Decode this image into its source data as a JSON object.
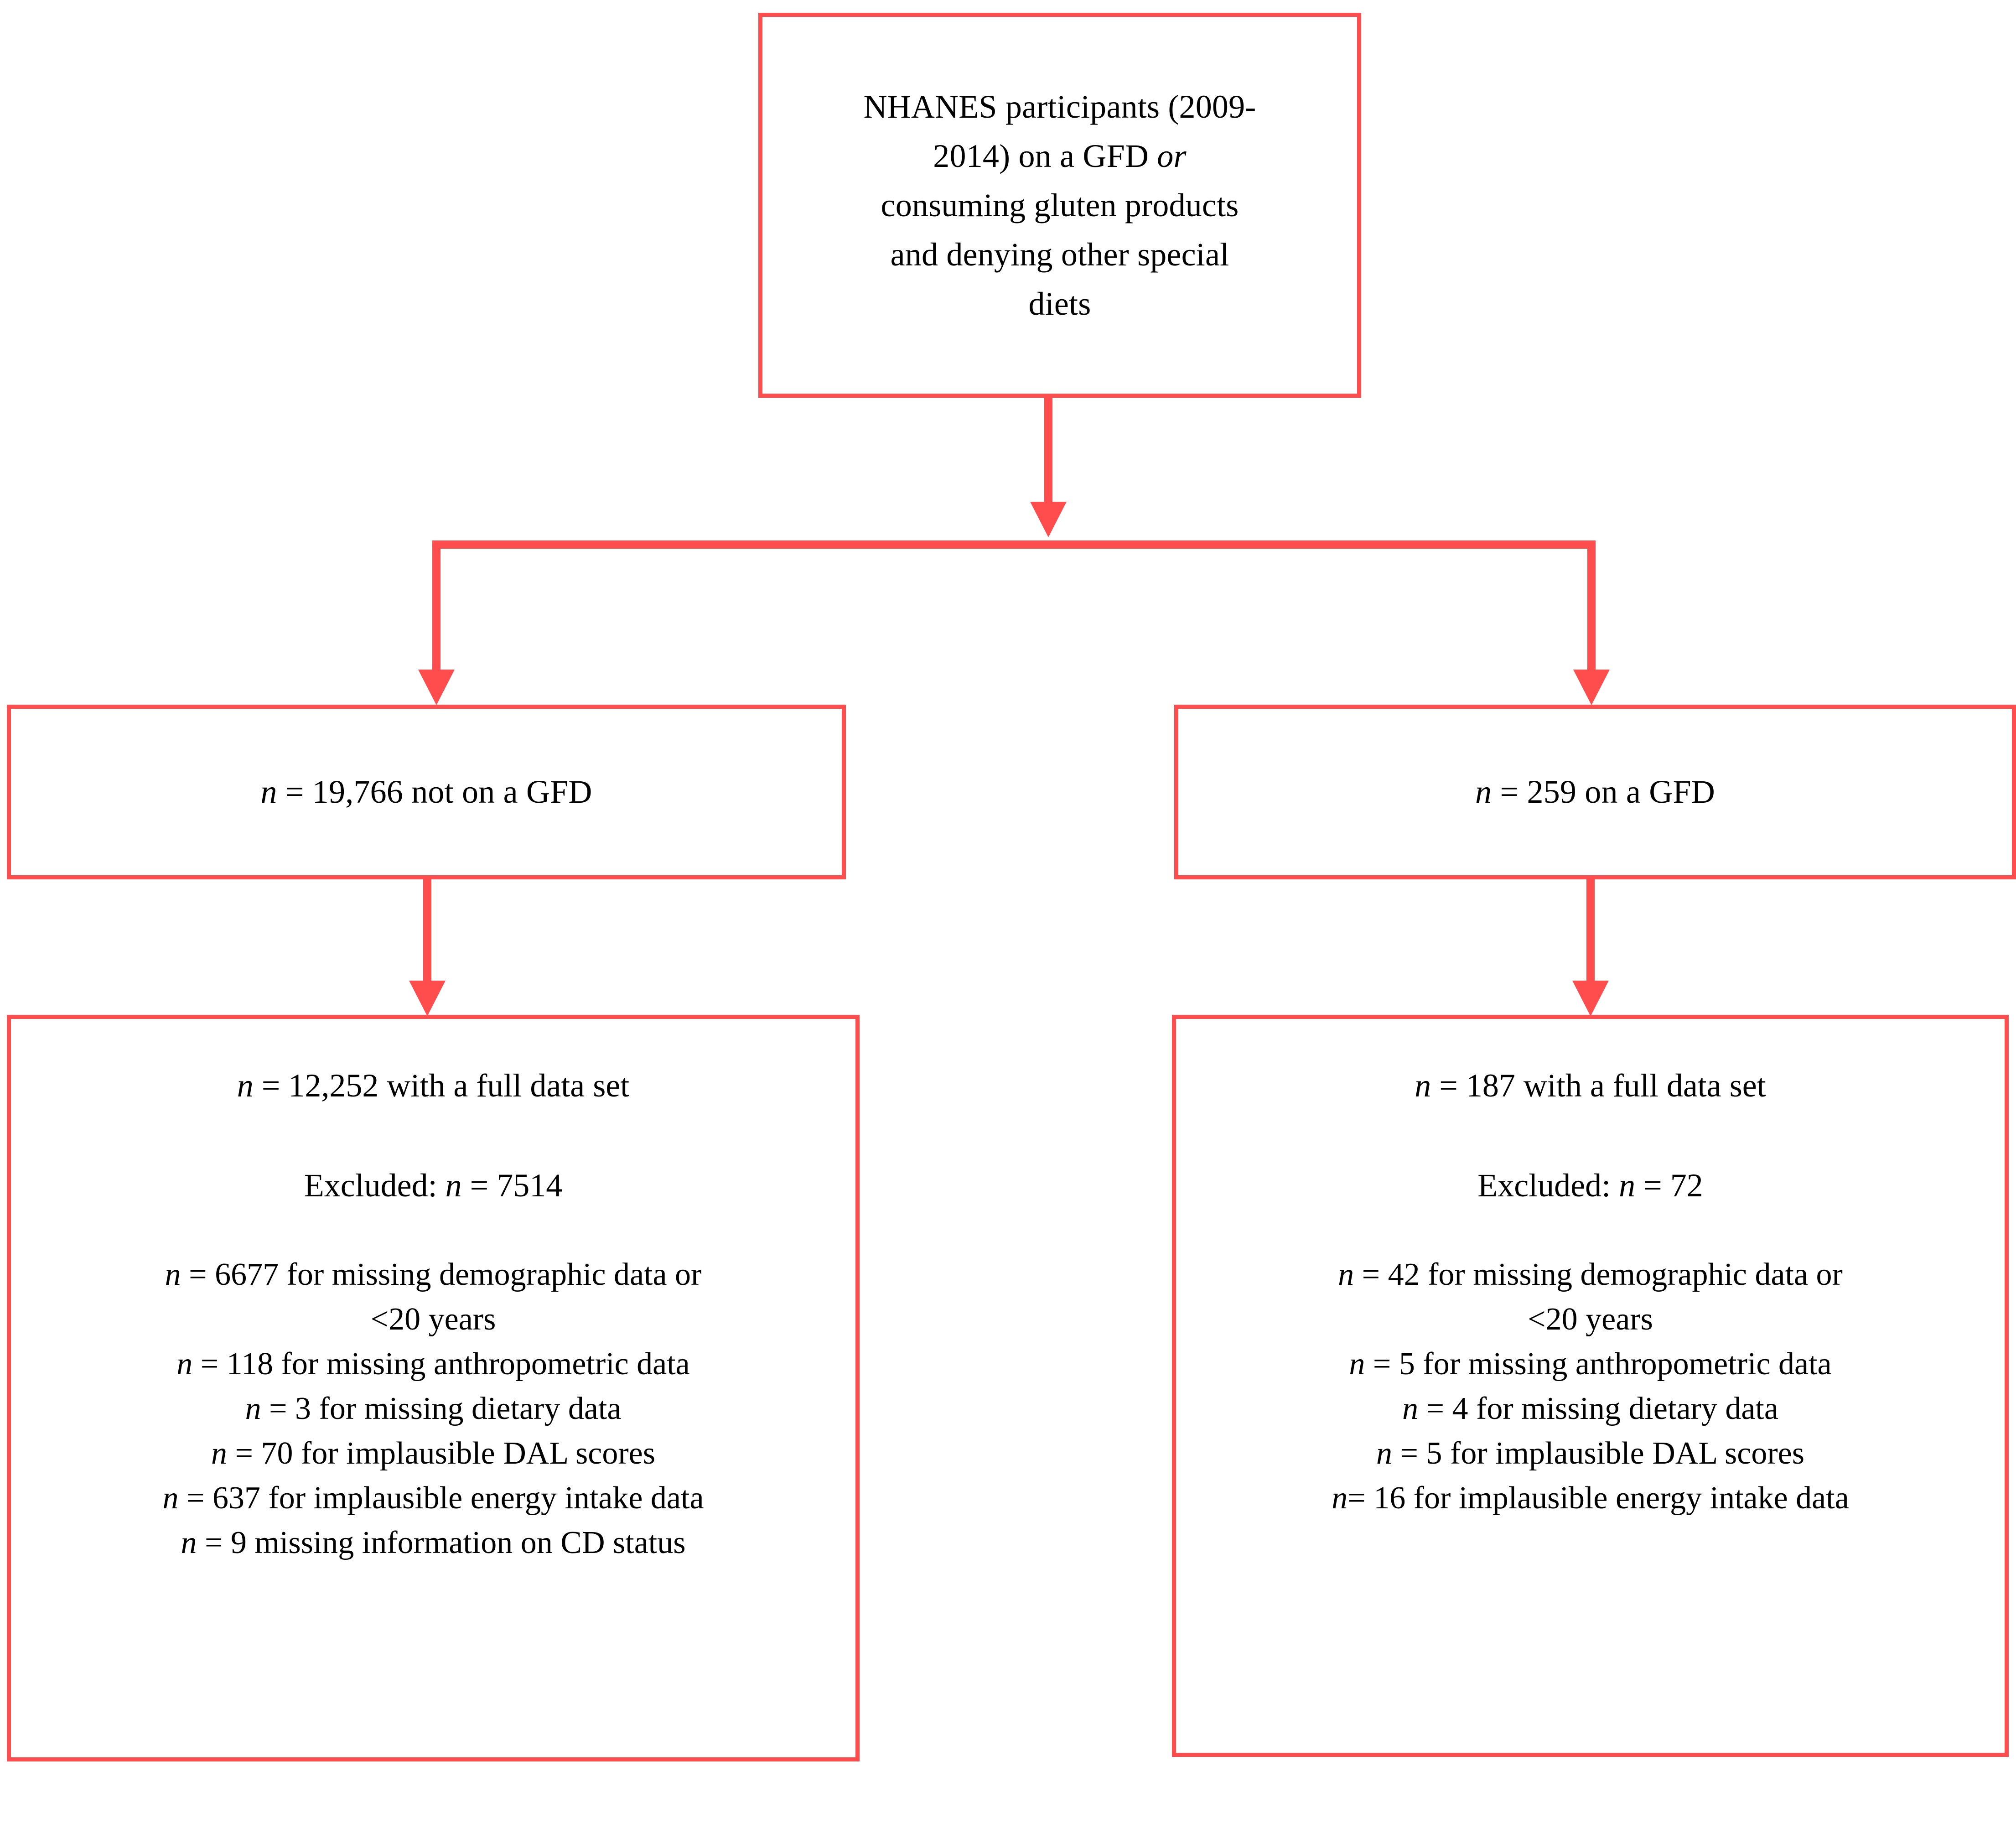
{
  "theme": {
    "accent_red": "#ff4d4d",
    "text_color": "#000000",
    "background": "#ffffff"
  },
  "diagram": {
    "type": "flowchart",
    "title": "NHANES participant selection flow",
    "nodes": {
      "source": {
        "lines": [
          "NHANES participants (2009-",
          "2014) on a GFD or",
          "consuming gluten products",
          "and denying other special",
          "diets"
        ],
        "line1": "NHANES participants (2009-",
        "line2_a": "2014) on a GFD ",
        "line2_italic": "or",
        "line3": "consuming gluten products",
        "line4": "and denying other special",
        "line5": "diets"
      },
      "not_gfd": {
        "n_symbol": "n",
        "text": " = 19,766 not on a GFD"
      },
      "on_gfd": {
        "n_symbol": "n",
        "text": " = 259 on a GFD"
      },
      "left_detail": {
        "full_set_n": "n",
        "full_set_text": " = 12,252 with a full data set",
        "excluded_label": "Excluded: ",
        "excluded_n": "n",
        "excluded_text": " = 7514",
        "reasons": [
          {
            "n": "n",
            "text": " = 6677 for missing demographic data or"
          },
          {
            "n": "",
            "text": "<20 years"
          },
          {
            "n": "n",
            "text": " = 118 for missing anthropometric data"
          },
          {
            "n": "n",
            "text": " = 3 for missing dietary data"
          },
          {
            "n": "n",
            "text": " = 70 for implausible DAL scores"
          },
          {
            "n": "n",
            "text": " = 637 for implausible energy intake data"
          },
          {
            "n": "n",
            "text": " = 9 missing information on CD status"
          }
        ]
      },
      "right_detail": {
        "full_set_n": "n",
        "full_set_text": " = 187 with a full data set",
        "excluded_label": "Excluded: ",
        "excluded_n": "n",
        "excluded_text": " = 72",
        "reasons": [
          {
            "n": "n",
            "text": " = 42 for missing demographic data or"
          },
          {
            "n": "",
            "text": "<20 years"
          },
          {
            "n": "n",
            "text": " = 5 for missing anthropometric data"
          },
          {
            "n": "n",
            "text": " = 4 for missing dietary data"
          },
          {
            "n": "n",
            "text": " = 5 for implausible DAL scores"
          },
          {
            "n": "n",
            "text": "= 16 for implausible energy intake data"
          }
        ]
      }
    },
    "connectors": [
      {
        "name": "source-to-split",
        "from": "source",
        "to": "split-bar"
      },
      {
        "name": "split-to-not-gfd",
        "from": "split-bar",
        "to": "not_gfd"
      },
      {
        "name": "split-to-on-gfd",
        "from": "split-bar",
        "to": "on_gfd"
      },
      {
        "name": "not-gfd-to-left-detail",
        "from": "not_gfd",
        "to": "left_detail"
      },
      {
        "name": "on-gfd-to-right-detail",
        "from": "on_gfd",
        "to": "right_detail"
      }
    ]
  }
}
